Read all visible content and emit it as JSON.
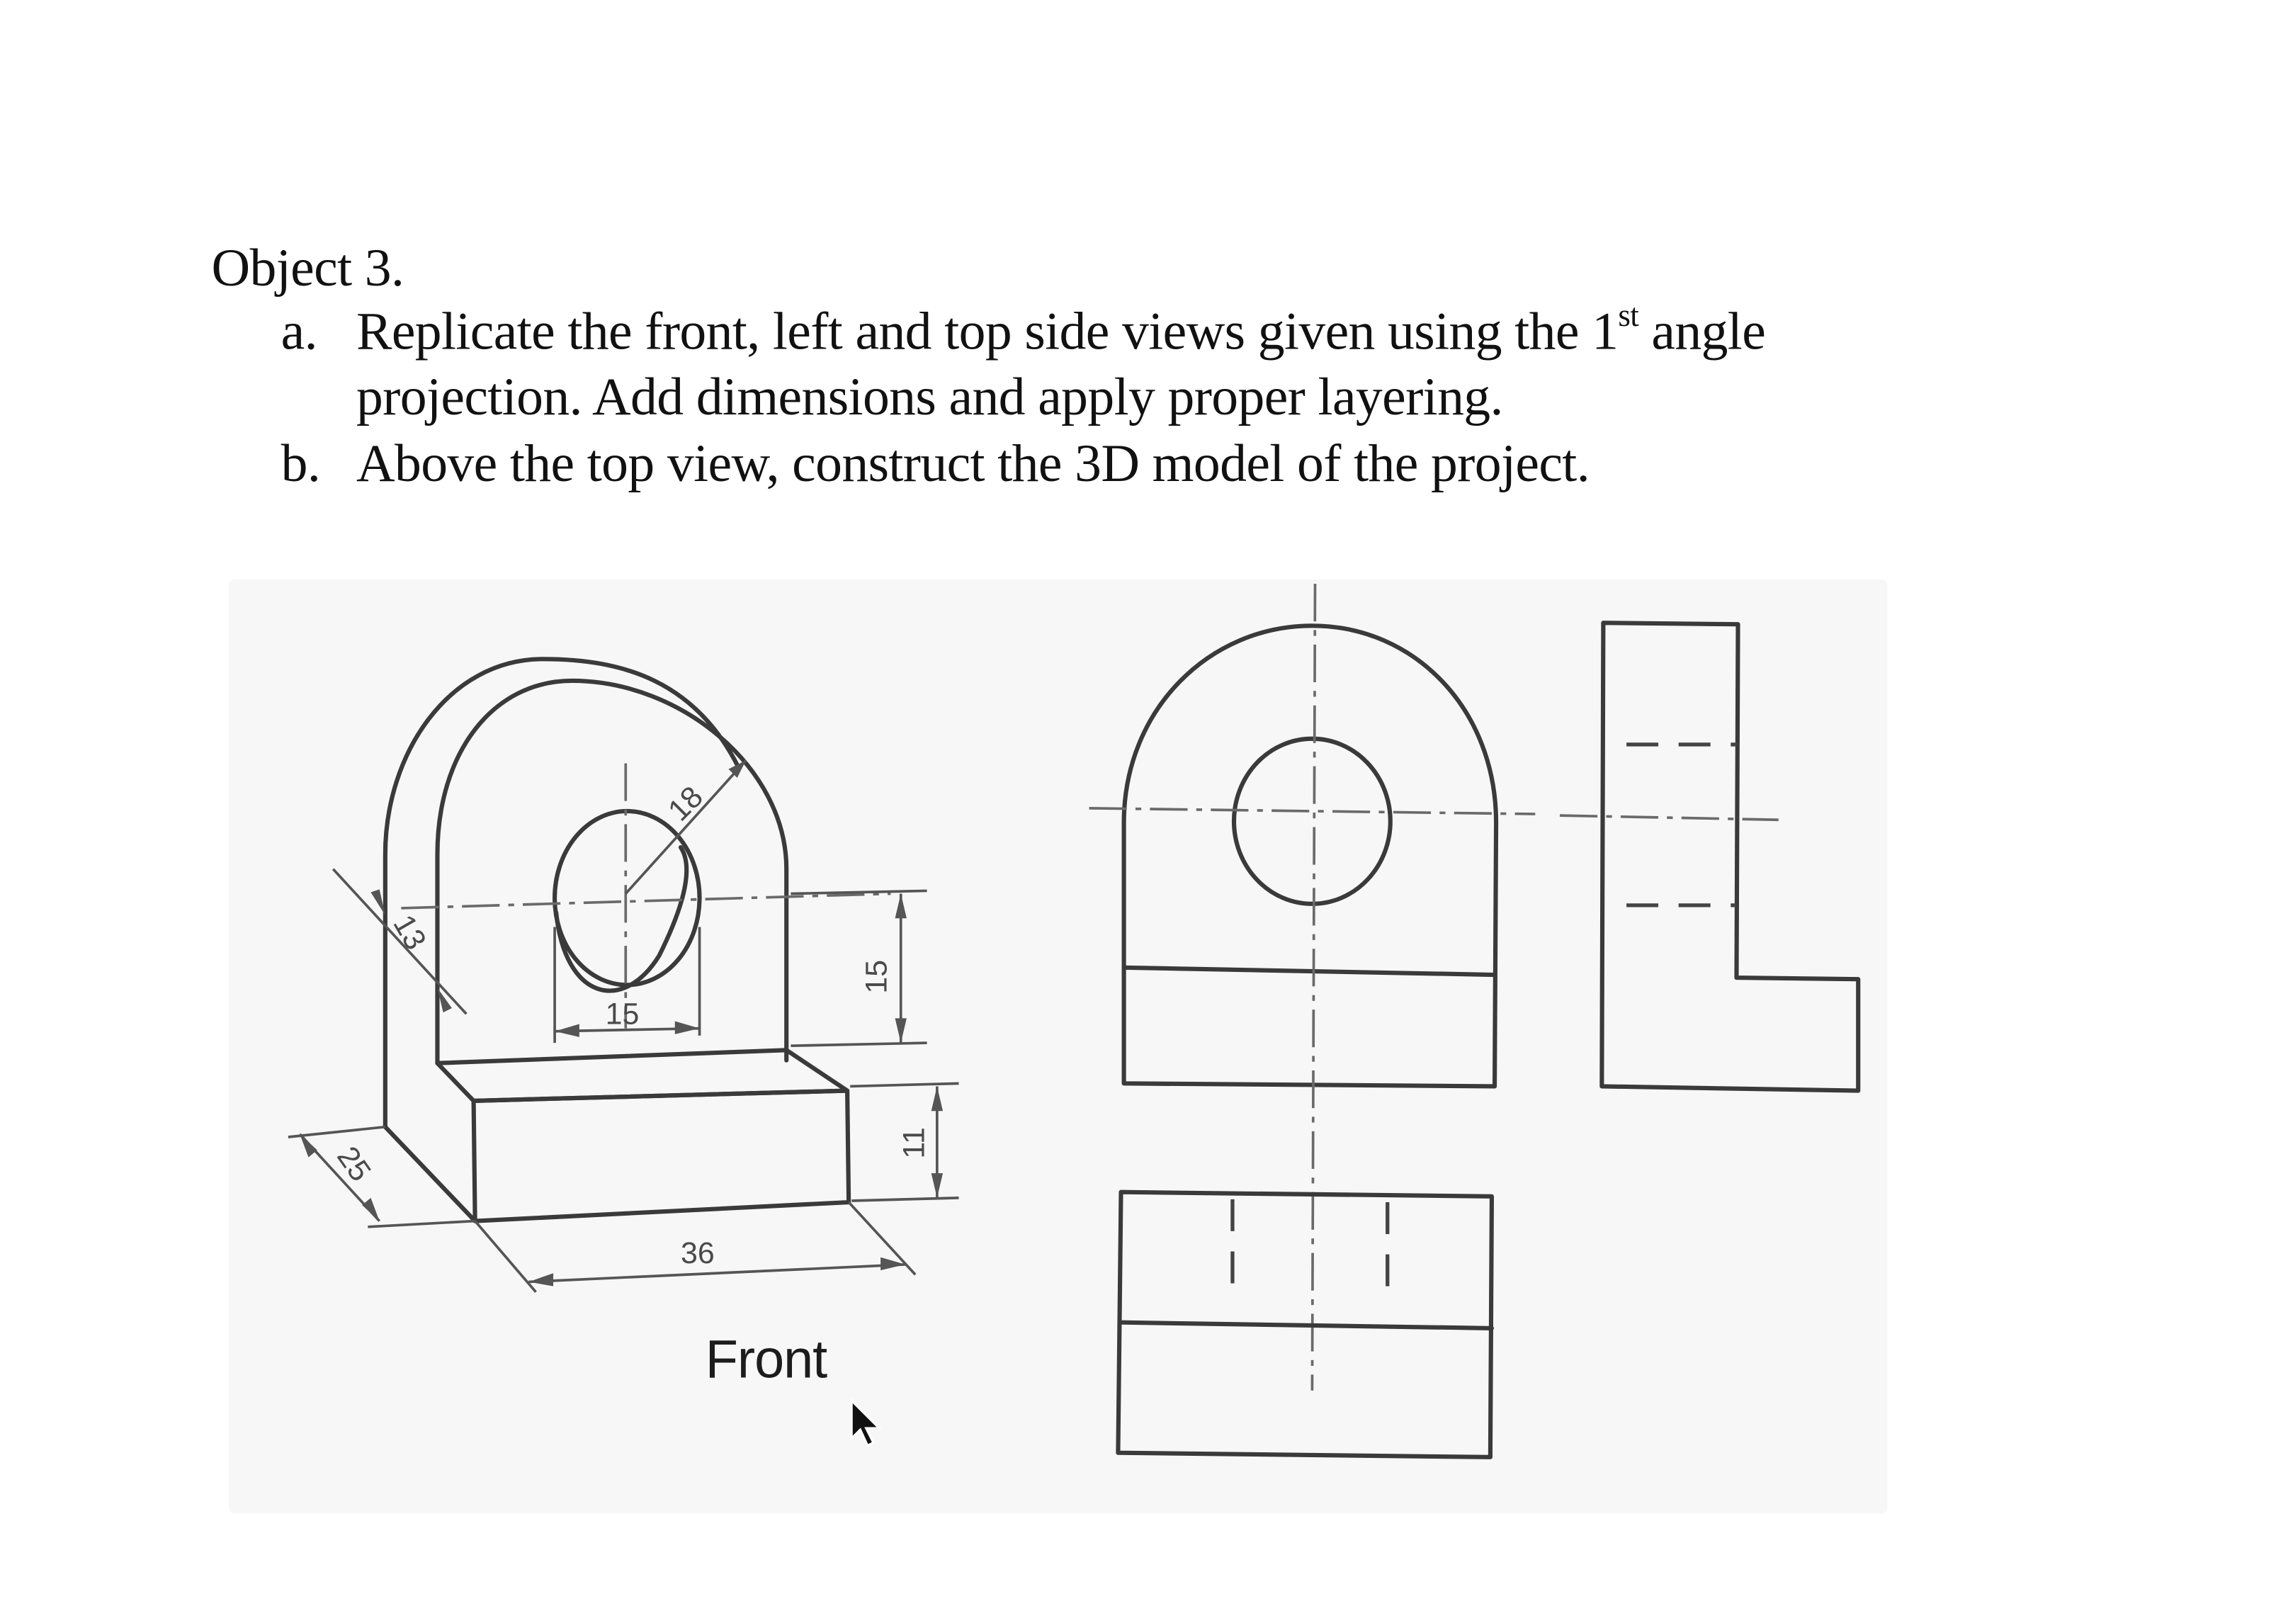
{
  "document": {
    "heading": "Object 3.",
    "items": [
      {
        "marker": "a.",
        "line1_pre": "Replicate the front, left and top side views given using the 1",
        "line1_sup": "st",
        "line1_post": " angle",
        "line2": "projection. Add dimensions and apply proper layering."
      },
      {
        "marker": "b.",
        "line1": "Above the top view, construct the 3D model of the project."
      }
    ]
  },
  "figure": {
    "isometric_view": {
      "dimensions": {
        "hole_offset_diag": "13",
        "outer_radius": "18",
        "hole_diameter": "15",
        "hole_center_height": "15",
        "base_height": "11",
        "depth": "25",
        "width": "36"
      },
      "view_label": "Front"
    },
    "orthographic_views": [
      "front-view",
      "side-view",
      "top-view"
    ],
    "colors": {
      "line": "#3a3a3a",
      "centerline": "#6a6a6a",
      "panel_background": "#f7f7f7"
    }
  },
  "cursor": {
    "icon": "mouse-pointer-icon"
  }
}
